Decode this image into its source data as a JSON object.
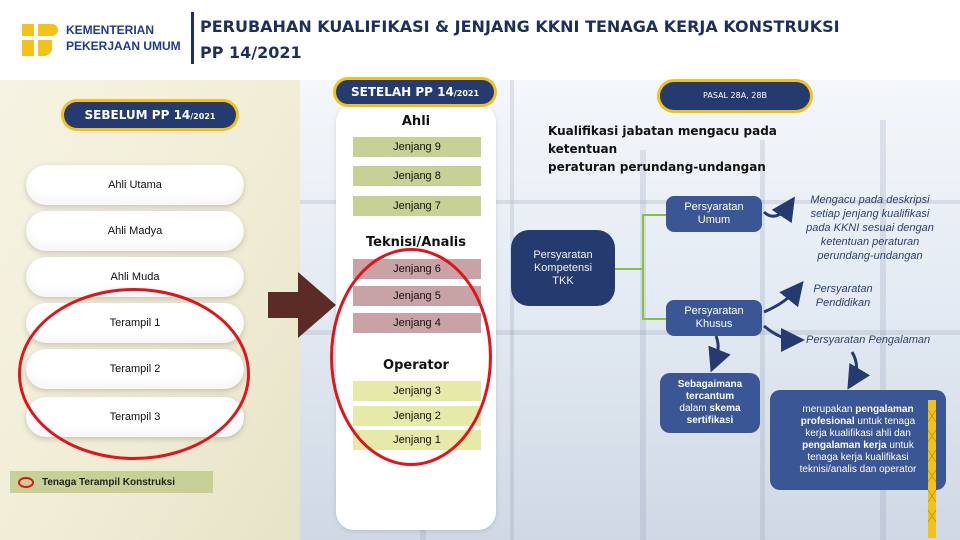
{
  "header": {
    "logo": {
      "line1": "KEMENTERIAN",
      "line2": "PEKERJAAN UMUM"
    },
    "title": {
      "line1": "PERUBAHAN KUALIFIKASI & JENJANG KKNI TENAGA KERJA KONSTRUKSI",
      "line2": "PP 14/2021"
    }
  },
  "before": {
    "label": "SEBELUM PP 14",
    "label_small": "/2021",
    "items": [
      "Ahli Utama",
      "Ahli Madya",
      "Ahli Muda",
      "Terampil 1",
      "Terampil 2",
      "Terampil 3"
    ],
    "legend": "Tenaga Terampil Konstruksi"
  },
  "after": {
    "label": "SETELAH PP 14",
    "label_small": "/2021",
    "groups": {
      "ahli": {
        "title": "Ahli",
        "levels": [
          "Jenjang 9",
          "Jenjang 8",
          "Jenjang 7"
        ]
      },
      "teknisi": {
        "title": "Teknisi/Analis",
        "levels": [
          "Jenjang 6",
          "Jenjang 5",
          "Jenjang 4"
        ]
      },
      "operator": {
        "title": "Operator",
        "levels": [
          "Jenjang 3",
          "Jenjang 2",
          "Jenjang 1"
        ]
      }
    }
  },
  "right": {
    "pasal": "PASAL  28A, 28B",
    "kualifikasi": {
      "line1": "Kualifikasi jabatan mengacu pada ketentuan",
      "line2": "peraturan perundang-undangan"
    },
    "kompetensi": {
      "line1": "Persyaratan",
      "line2": "Kompetensi",
      "line3": "TKK"
    },
    "umum": {
      "line1": "Persyaratan",
      "line2": "Umum"
    },
    "khusus": {
      "line1": "Persyaratan",
      "line2": "Khusus"
    },
    "umum_note": [
      "Mengacu pada deskripsi",
      "setiap jenjang kualifikasi",
      "pada KKNI sesuai dengan",
      "ketentuan peraturan",
      "perundang-undangan"
    ],
    "pendidikan": {
      "line1": "Persyaratan",
      "line2": "Pendidikan"
    },
    "pengalaman": "Persyaratan Pengalaman",
    "sertifikasi": {
      "line1": "Sebagaimana",
      "line2": "tercantum",
      "line3a": "dalam ",
      "line3b": "skema",
      "line4": "sertifikasi"
    },
    "profesional": {
      "t1": "merupakan ",
      "b1": "pengalaman",
      "b2": "profesional",
      "t2": " untuk tenaga",
      "t3": "kerja kualifikasi ahli dan",
      "b3": "pengalaman kerja",
      "t4": " untuk",
      "t5": "tenaga kerja kualifikasi",
      "t6": "teknisi/analis dan operator"
    }
  },
  "colors": {
    "navy": "#253a6e",
    "gold": "#f3c21a",
    "red": "#e0141b",
    "green": "#c7d195",
    "rose": "#c9a2a6",
    "yellow": "#e7e9a8"
  }
}
